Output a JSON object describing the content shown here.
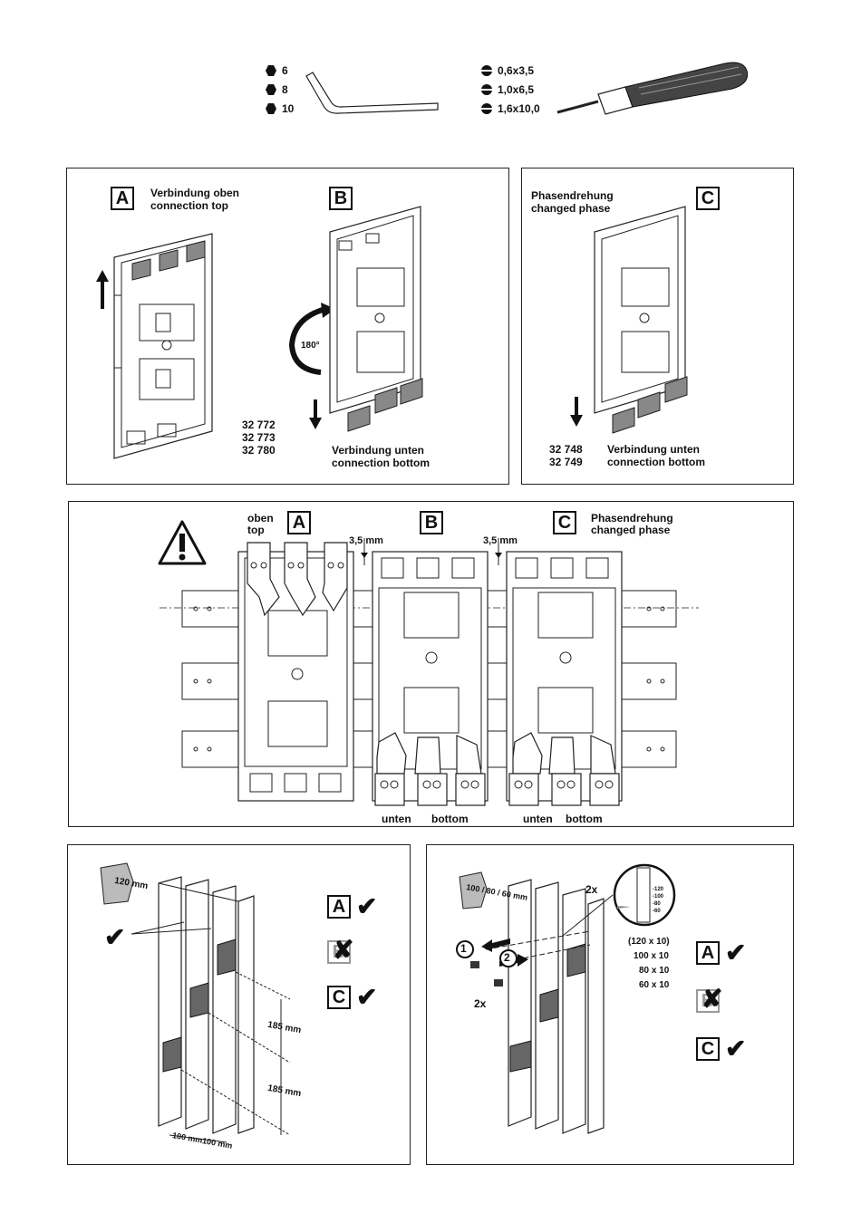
{
  "tools": {
    "hex_sizes": [
      "6",
      "8",
      "10"
    ],
    "screwdriver_sizes": [
      "0,6x3,5",
      "1,0x6,5",
      "1,6x10,0"
    ]
  },
  "panel1": {
    "A": {
      "letter": "A",
      "line1": "Verbindung oben",
      "line2": "connection top",
      "codes": [
        "32 772",
        "32 773",
        "32 780"
      ]
    },
    "B": {
      "letter": "B",
      "rotation": "180°",
      "line1": "Verbindung unten",
      "line2": "connection bottom"
    },
    "C": {
      "letter": "C",
      "line1": "Phasendrehung",
      "line2": "changed phase",
      "codes": [
        "32 748",
        "32 749"
      ],
      "line3": "Verbindung unten",
      "line4": "connection bottom"
    }
  },
  "panel2": {
    "A": {
      "letter": "A",
      "line1": "oben",
      "line2": "top"
    },
    "B": {
      "letter": "B"
    },
    "C": {
      "letter": "C",
      "line1": "Phasendrehung",
      "line2": "changed phase"
    },
    "gap1": "3,5 mm",
    "gap2": "3,5 mm",
    "bottom_labels": [
      "unten",
      "bottom",
      "unten",
      "bottom"
    ]
  },
  "panel3": {
    "width_label": "120 mm",
    "dim1": "185 mm",
    "dim2": "185 mm",
    "dimh": "100 mm",
    "dimh2": "100 mm",
    "options": [
      {
        "letter": "A",
        "mark": "✔"
      },
      {
        "letter": "B",
        "mark": "✘"
      },
      {
        "letter": "C",
        "mark": "✔"
      }
    ]
  },
  "panel4": {
    "width_label": "100 / 80 / 60 mm",
    "step1": "1",
    "step2": "2",
    "count_top": "2x",
    "count_bottom": "2x",
    "scale": [
      "-120",
      "-100",
      "-80",
      "-60"
    ],
    "sizes": [
      "(120 x 10)",
      "100 x 10",
      "80 x 10",
      "60 x 10"
    ],
    "options": [
      {
        "letter": "A",
        "mark": "✔"
      },
      {
        "letter": "B",
        "mark": "✘"
      },
      {
        "letter": "C",
        "mark": "✔"
      }
    ]
  }
}
